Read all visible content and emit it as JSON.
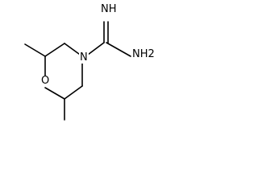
{
  "structure": {
    "atoms": {
      "imine": "NH",
      "amine": "NH2",
      "ring_nitrogen": "N",
      "ring_oxygen": "O"
    },
    "colors": {
      "bond": "#000000",
      "label": "#000000",
      "background": "#ffffff"
    }
  }
}
